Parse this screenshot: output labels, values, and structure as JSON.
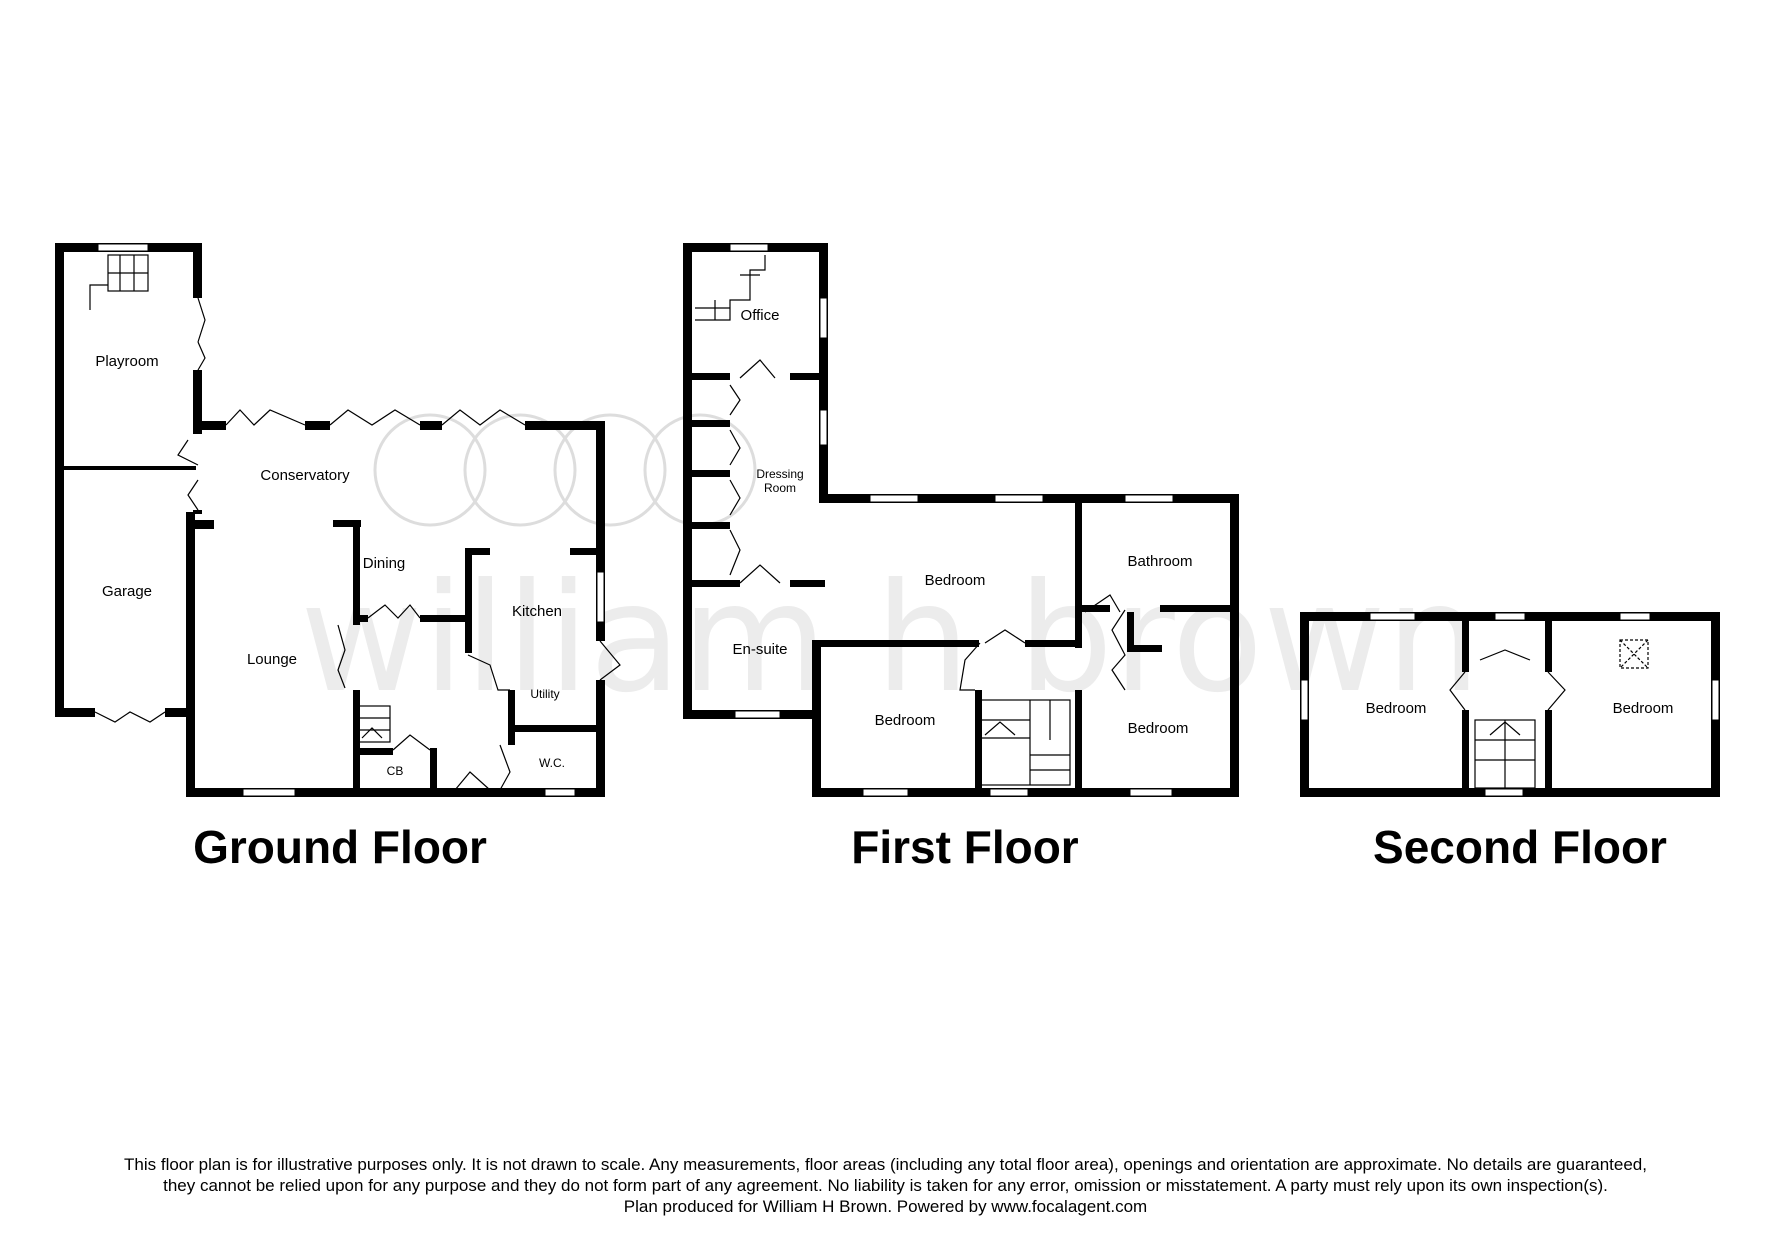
{
  "watermark": "william h brown",
  "floors": [
    {
      "title": "Ground Floor",
      "rooms": [
        "Playroom",
        "Conservatory",
        "Garage",
        "Dining",
        "Kitchen",
        "Lounge",
        "Utility",
        "CB",
        "W.C."
      ]
    },
    {
      "title": "First Floor",
      "rooms": [
        "Office",
        "Dressing",
        "Room",
        "Bedroom",
        "Bathroom",
        "En-suite",
        "Bedroom",
        "Bedroom"
      ]
    },
    {
      "title": "Second Floor",
      "rooms": [
        "Bedroom",
        "Bedroom"
      ]
    }
  ],
  "disclaimer": {
    "line1": "This floor plan is for illustrative purposes only. It is not drawn to scale. Any measurements, floor areas (including any total floor area), openings and orientation are approximate. No details are guaranteed,",
    "line2": "they cannot be relied upon for any purpose and they do not form part of any agreement. No liability is taken for any error, omission or misstatement. A party must rely upon its own inspection(s).",
    "line3": "Plan produced for William H Brown. Powered by www.focalagent.com"
  }
}
